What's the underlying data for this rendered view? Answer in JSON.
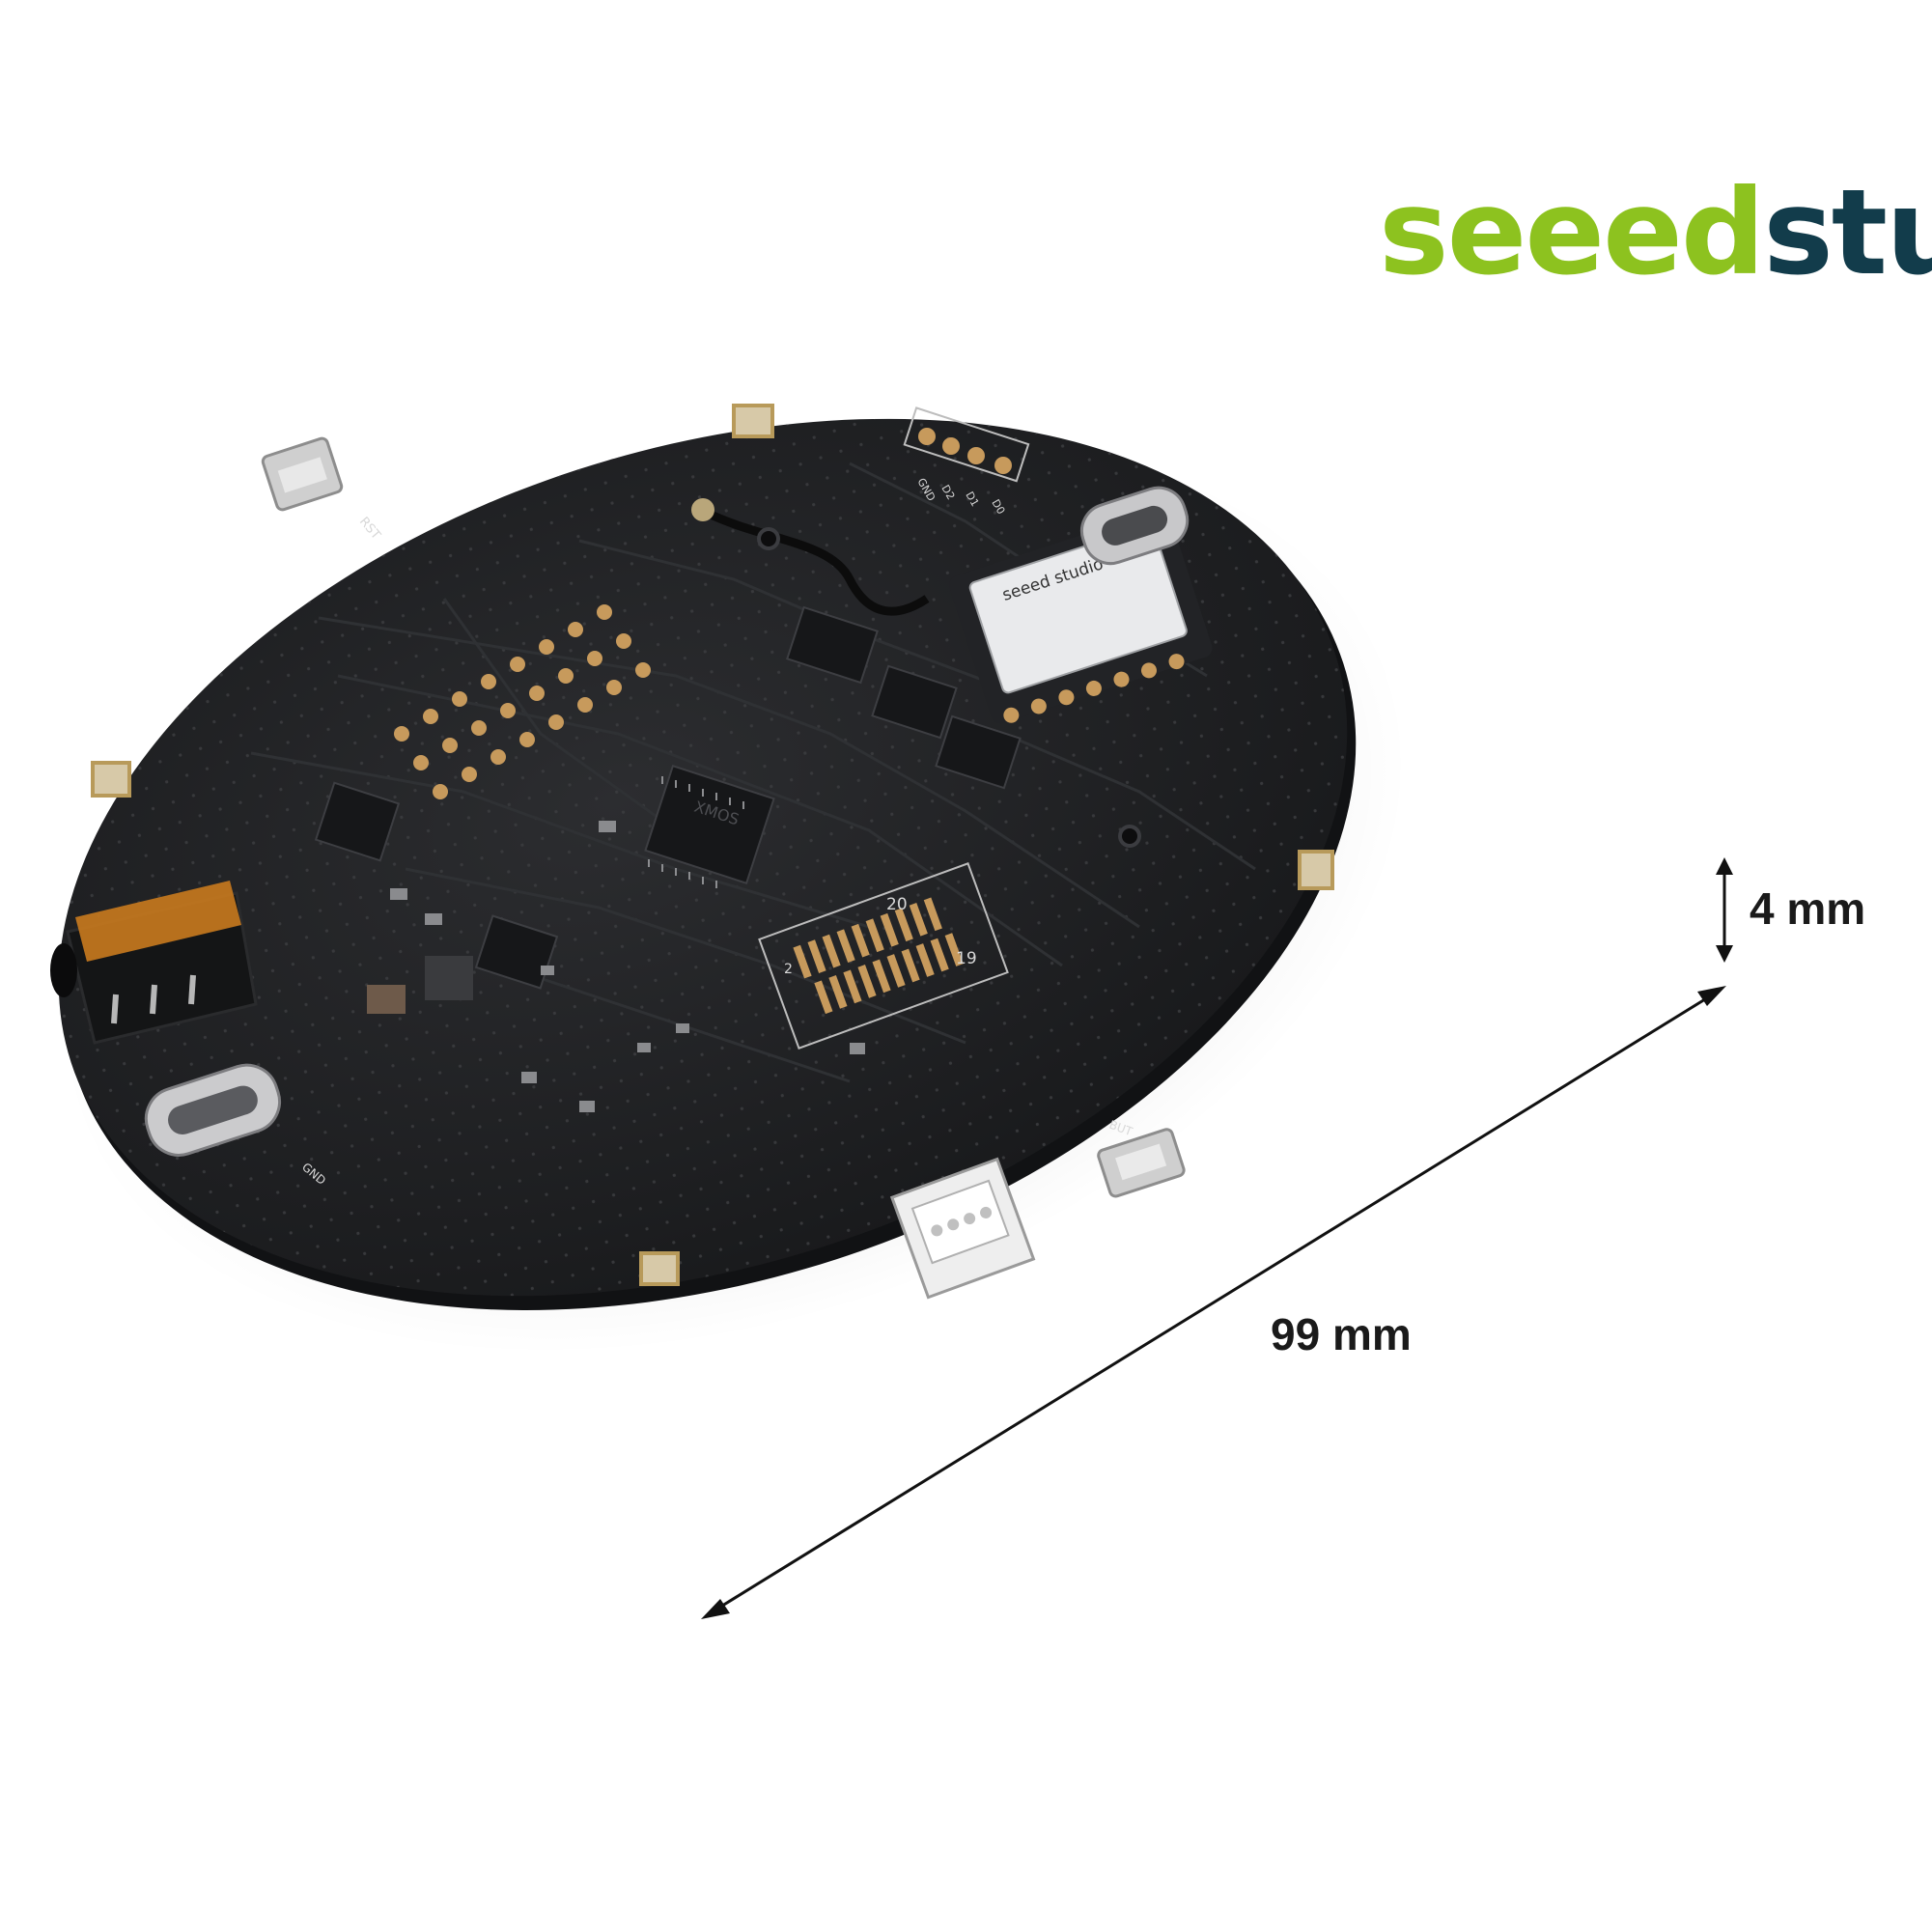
{
  "logo": {
    "part1": "seeed",
    "part2": "stu"
  },
  "dimensions": {
    "height_label": "4 mm",
    "diameter_label": "99 mm"
  },
  "board_labels": {
    "rst": "RST",
    "gnd": "GND",
    "but": "BUT",
    "d2": "D2",
    "d1": "D1",
    "d0": "D0",
    "pin_20": "20",
    "pin_19": "19",
    "pin_2": "2",
    "module_brand": "seeed studio",
    "chip_brand": "XMOS"
  },
  "colors": {
    "logo_green": "#8dc21f",
    "logo_dark": "#123c4b",
    "board": "#1e1f21",
    "copper": "#c79a5c"
  }
}
